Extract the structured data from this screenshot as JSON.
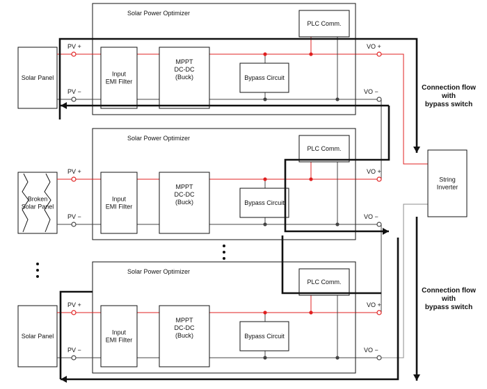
{
  "optimizers": [
    {
      "title": "Solar Power Optimizer",
      "source_lines": [
        "Solar Panel"
      ],
      "source_broken": false,
      "pv_plus": "PV +",
      "pv_minus": "PV −",
      "vo_plus": "VO +",
      "vo_minus": "VO −",
      "emi_lines": [
        "Input",
        "EMI Filter"
      ],
      "mppt_lines": [
        "MPPT",
        "DC-DC",
        "(Buck)"
      ],
      "bypass": "Bypass Circuit",
      "plc": "PLC Comm."
    },
    {
      "title": "Solar Power Optimizer",
      "source_lines": [
        "Broken",
        "Solar Panel"
      ],
      "source_broken": true,
      "pv_plus": "PV +",
      "pv_minus": "PV −",
      "vo_plus": "VO +",
      "vo_minus": "VO −",
      "emi_lines": [
        "Input",
        "EMI Filter"
      ],
      "mppt_lines": [
        "MPPT",
        "DC-DC",
        "(Buck)"
      ],
      "bypass": "Bypass Circuit",
      "plc": "PLC Comm."
    },
    {
      "title": "Solar Power Optimizer",
      "source_lines": [
        "Solar Panel"
      ],
      "source_broken": false,
      "pv_plus": "PV +",
      "pv_minus": "PV −",
      "vo_plus": "VO +",
      "vo_minus": "VO −",
      "emi_lines": [
        "Input",
        "EMI Filter"
      ],
      "mppt_lines": [
        "MPPT",
        "DC-DC",
        "(Buck)"
      ],
      "bypass": "Bypass Circuit",
      "plc": "PLC Comm."
    }
  ],
  "inverter_lines": [
    "String",
    "Inverter"
  ],
  "flow_label_top": [
    "Connection flow",
    "with",
    "bypass switch"
  ],
  "flow_label_bottom": [
    "Connection flow",
    "with",
    "bypass switch"
  ],
  "colors": {
    "positive": "#e02020",
    "line": "#111111",
    "thin": "#444444",
    "return_gray": "#8c8c8c"
  }
}
